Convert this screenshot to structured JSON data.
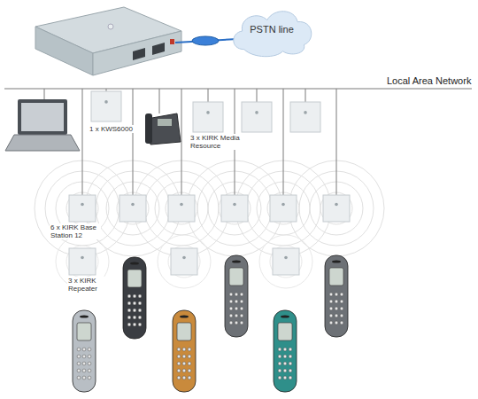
{
  "diagram": {
    "nodes": [
      {
        "text": [
          "PSTN line"
        ]
      }
    ],
    "labels": [
      "Local Area Network",
      "1 x KWS6000",
      "3 x KIRK Media Resource",
      "6 x KIRK Base Station 12",
      "3 x KIRK Repeater"
    ]
  }
}
